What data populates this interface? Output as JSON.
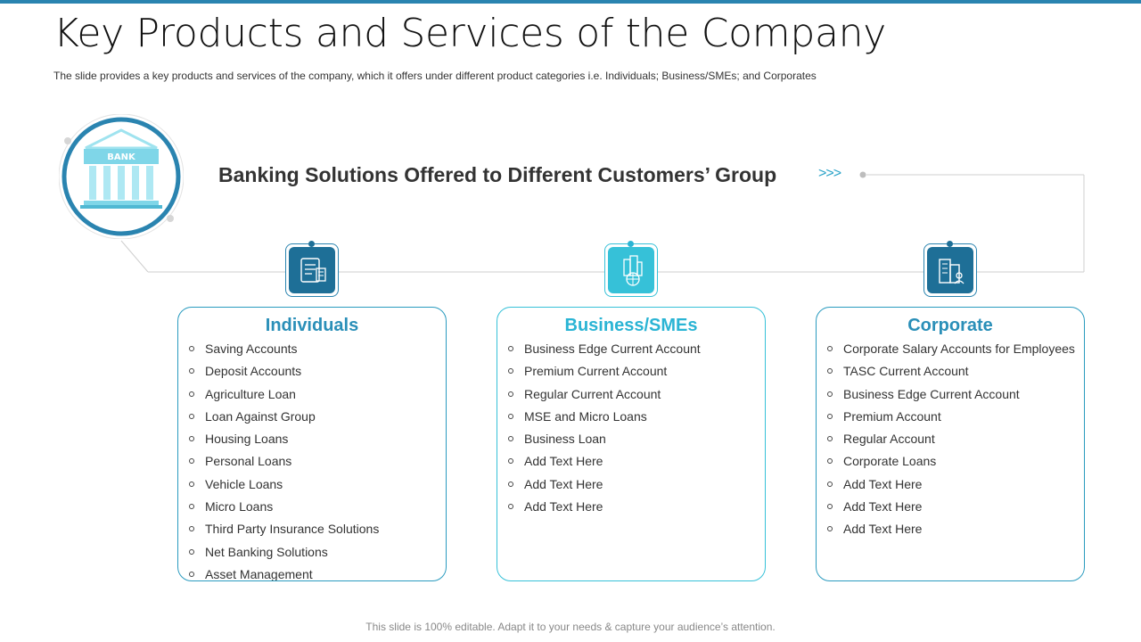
{
  "slide": {
    "title": "Key Products and Services of the Company",
    "subtitle": "The slide provides  a key products and services of the company, which it offers under different  product categories i.e. Individuals;  Business/SMEs; and Corporates",
    "heading": "Banking Solutions Offered to Different Customers’ Group",
    "arrows": ">>>",
    "bank_sign": "BANK",
    "footer": "This slide is 100% editable. Adapt it to your needs & capture your audience’s attention."
  },
  "colors": {
    "dark_blue": "#2a84b0",
    "light_blue": "#36c1d8",
    "title_blue": "#2a8fb8",
    "mid_title": "#2ab4d4"
  },
  "categories": [
    {
      "title": "Individuals",
      "icon": "document-icon",
      "items": [
        "Saving Accounts",
        "Deposit Accounts",
        "Agriculture Loan",
        "Loan Against Group",
        "Housing Loans",
        "Personal Loans",
        "Vehicle Loans",
        "Micro Loans",
        "Third Party Insurance Solutions",
        "Net Banking Solutions",
        "Asset Management"
      ]
    },
    {
      "title": "Business/SMEs",
      "icon": "city-globe-icon",
      "items": [
        "Business Edge Current Account",
        "Premium Current Account",
        "Regular Current Account",
        "MSE and Micro Loans",
        "Business Loan",
        "Add Text Here",
        "Add Text Here",
        "Add Text Here"
      ]
    },
    {
      "title": "Corporate",
      "icon": "office-building-icon",
      "items": [
        "Corporate Salary Accounts for Employees",
        "TASC Current Account",
        "Business Edge Current Account",
        "Premium Account",
        "Regular Account",
        "Corporate Loans",
        "Add Text Here",
        "Add Text Here",
        "Add Text Here"
      ]
    }
  ]
}
